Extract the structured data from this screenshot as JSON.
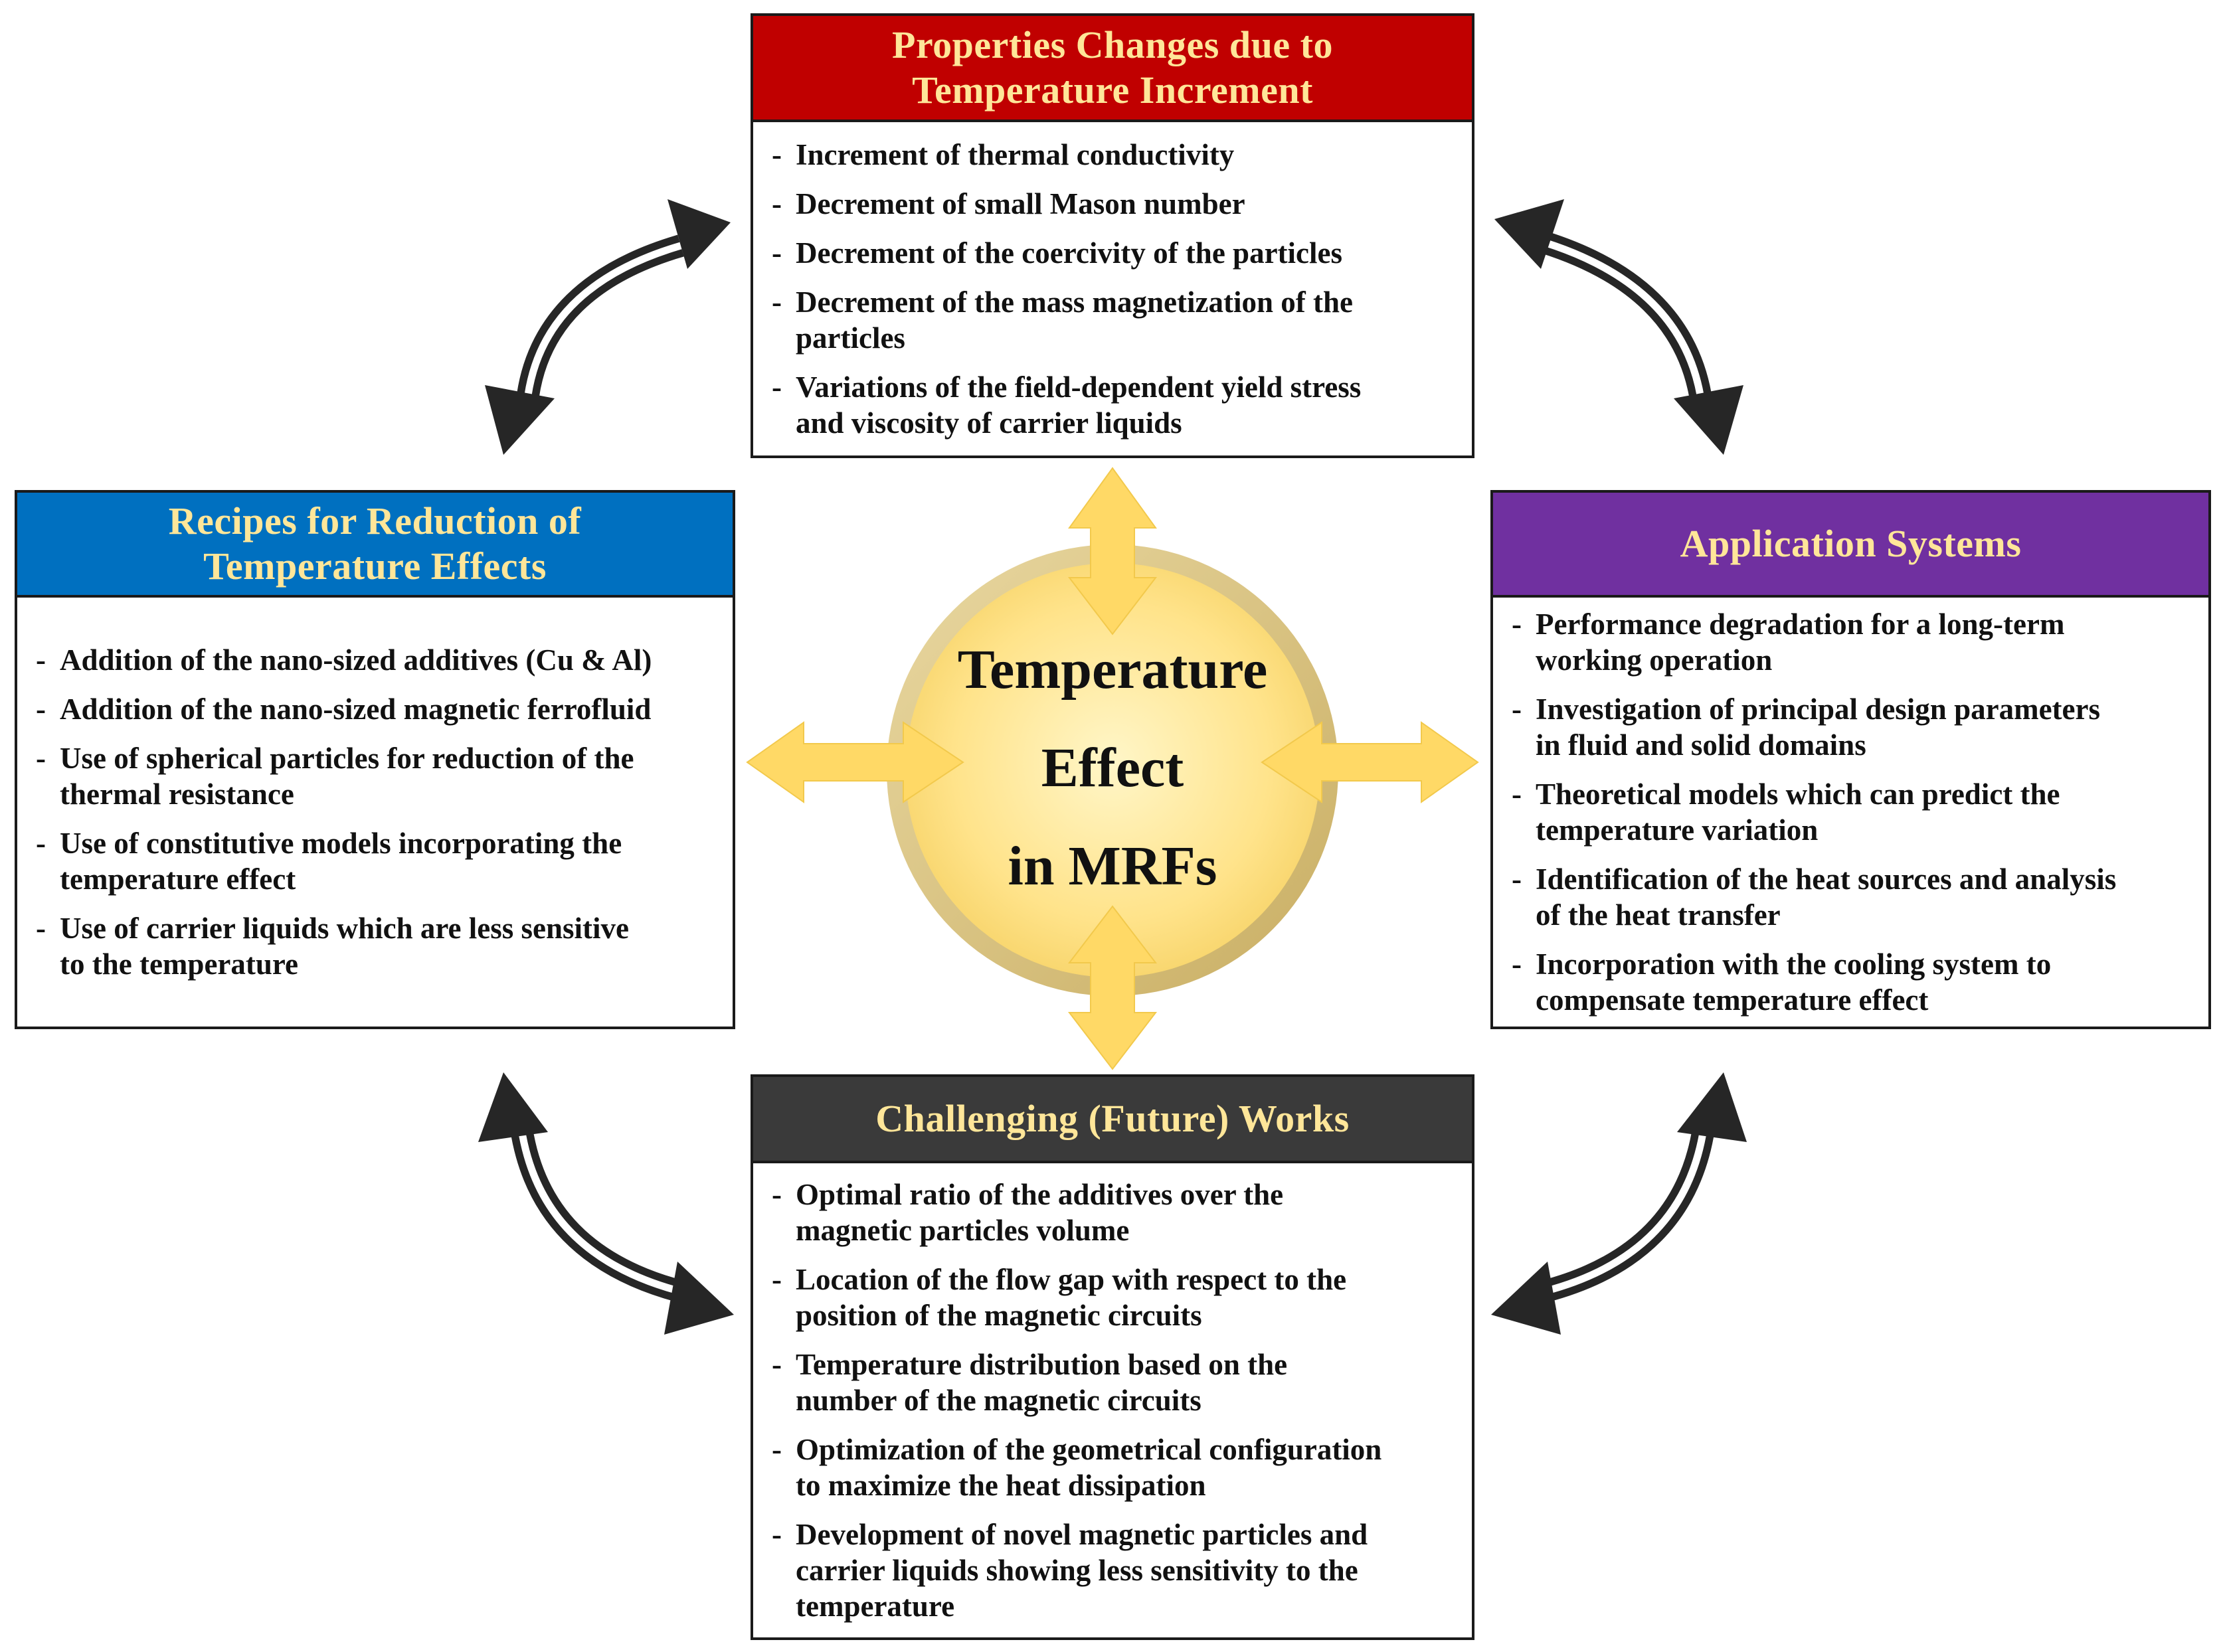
{
  "center": {
    "lines": [
      "Temperature",
      "Effect",
      "in MRFs"
    ]
  },
  "panels": {
    "properties": {
      "title_lines": [
        "Properties Changes due to",
        "Temperature  Increment"
      ],
      "header_color": "#C00000",
      "items": [
        [
          "Increment of thermal conductivity"
        ],
        [
          "Decrement of small Mason number"
        ],
        [
          "Decrement of the coercivity of the particles"
        ],
        [
          "Decrement of the mass magnetization of the",
          "particles"
        ],
        [
          "Variations  of the field-dependent yield stress",
          "and viscosity of carrier liquids"
        ]
      ]
    },
    "recipes": {
      "title_lines": [
        "Recipes for Reduction of",
        "Temperature  Effects"
      ],
      "header_color": "#0070C0",
      "items": [
        [
          "Addition  of the nano-sized additives (Cu & Al)"
        ],
        [
          "Addition  of the nano-sized magnetic ferrofluid"
        ],
        [
          "Use of spherical particles for reduction of the",
          "thermal resistance"
        ],
        [
          "Use of constitutive models incorporating the",
          "temperature effect"
        ],
        [
          "Use of carrier liquids  which are less sensitive",
          "to the temperature"
        ]
      ]
    },
    "applications": {
      "title_lines": [
        "Application  Systems"
      ],
      "header_color": "#7030A0",
      "items": [
        [
          "Performance degradation for a long-term",
          "working operation"
        ],
        [
          "Investigation of principal design parameters",
          "in  fluid  and solid domains"
        ],
        [
          "Theoretical models which can predict the",
          "temperature variation"
        ],
        [
          "Identification of the heat sources and analysis",
          "of the heat transfer"
        ],
        [
          "Incorporation with the cooling system to",
          "compensate temperature effect"
        ]
      ]
    },
    "challenges": {
      "title_lines": [
        "Challenging (Future) Works"
      ],
      "header_color": "#3A3A3A",
      "items": [
        [
          "Optimal ratio of the additives over the",
          "magnetic particles volume"
        ],
        [
          "Location of the flow gap with respect to the",
          "position of the magnetic circuits"
        ],
        [
          "Temperature distribution based on the",
          "number of the magnetic circuits"
        ],
        [
          "Optimization  of the geometrical configuration",
          "to maximize  the heat dissipation"
        ],
        [
          "Development of novel magnetic particles and",
          "carrier liquids  showing less sensitivity  to the",
          "temperature"
        ]
      ]
    }
  },
  "colors": {
    "header_text": "#FFE699",
    "arrow_dark": "#262626",
    "arrow_yellow": "#FFD966",
    "circle_fill": "#FFE38A",
    "circle_ring": "#D6BE7A"
  }
}
